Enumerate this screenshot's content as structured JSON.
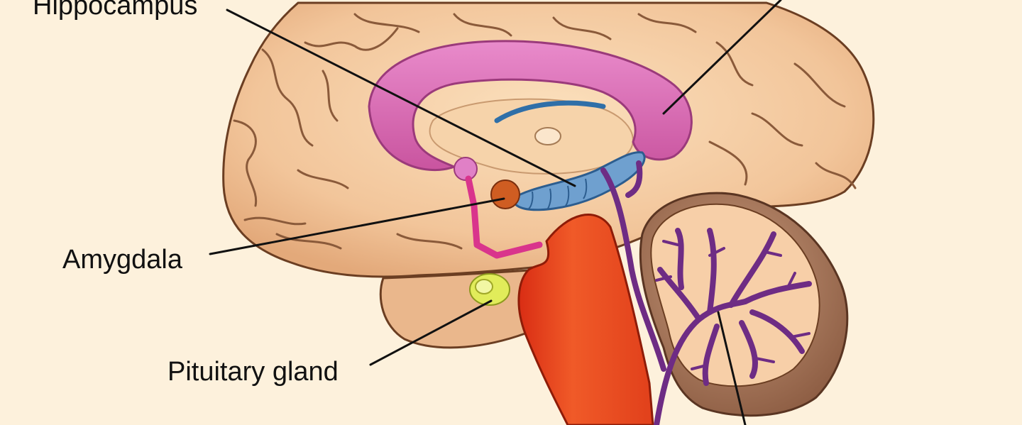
{
  "labels": {
    "hippocampus": "Hippocampus",
    "amygdala": "Amygdala",
    "pituitary": "Pituitary gland"
  },
  "colors": {
    "background": "#fdf1dc",
    "cortex": "#f2c59a",
    "sulci": "#8a5a3a",
    "cingulate": "#dd6eb8",
    "hippocampus": "#6fa0cf",
    "amygdala": "#cf5d22",
    "pituitary": "#e1ec5a",
    "brainstem": "#e0381c",
    "cerebellum_tree": "#6e2c84",
    "cerebellum_outer": "#a4745a",
    "leader_line": "#111111"
  }
}
